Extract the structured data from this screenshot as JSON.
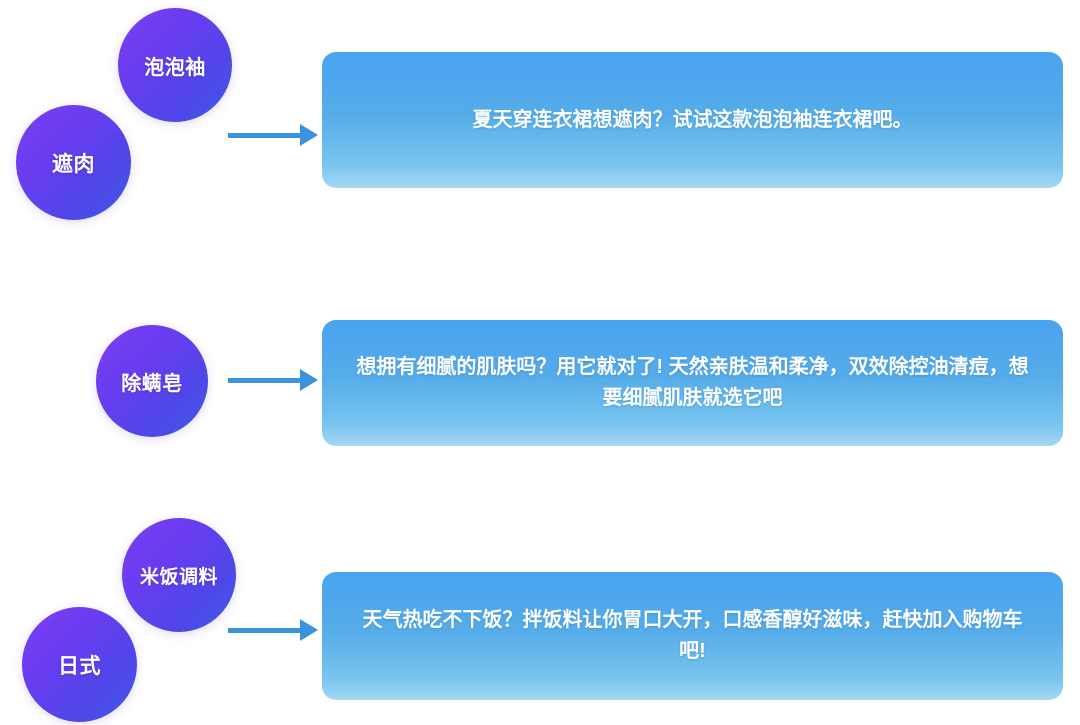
{
  "rows": [
    {
      "id": "row-dress",
      "tags": [
        {
          "name": "puffsleeve",
          "label": "泡泡袖"
        },
        {
          "name": "coverflesh",
          "label": "遮肉"
        }
      ],
      "arrow": "arrow-right-icon",
      "message": "夏天穿连衣裙想遮肉？试试这款泡泡袖连衣裙吧。"
    },
    {
      "id": "row-soap",
      "tags": [
        {
          "name": "mitesoap",
          "label": "除螨皂"
        }
      ],
      "arrow": "arrow-right-icon",
      "message": "想拥有细腻的肌肤吗？用它就对了! 天然亲肤温和柔净，双效除控油清痘，想要细腻肌肤就选它吧"
    },
    {
      "id": "row-seasoning",
      "tags": [
        {
          "name": "riceseason",
          "label": "米饭调料"
        },
        {
          "name": "japanese",
          "label": "日式"
        }
      ],
      "arrow": "arrow-right-icon",
      "message": "天气热吃不下饭？拌饭料让你胃口大开，口感香醇好滋味，赶快加入购物车吧!"
    }
  ],
  "colors": {
    "bubble_gradient_start": "#7b3ff2",
    "bubble_gradient_end": "#3f5ce8",
    "card_gradient_start": "#49a3f0",
    "card_gradient_end": "#a5d8f3",
    "arrow": "#3b93dd",
    "text_on_bubble": "#ffffff",
    "text_on_card": "#ffffff",
    "background": "#ffffff"
  }
}
